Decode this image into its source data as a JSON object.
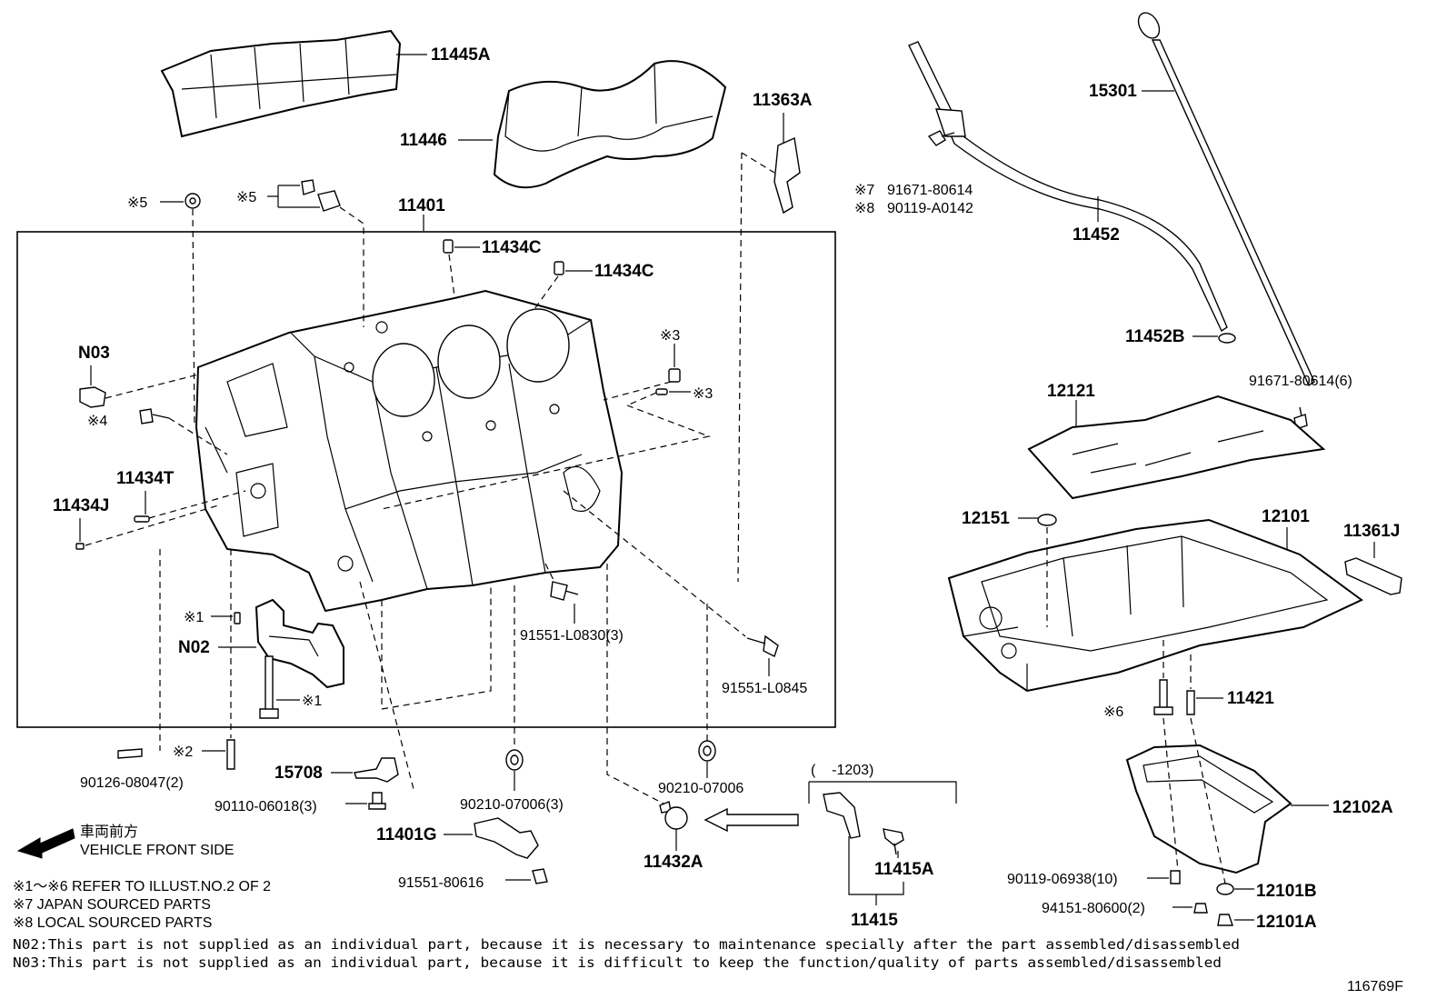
{
  "labels": {
    "p11445A": "11445A",
    "p11446": "11446",
    "p11363A": "11363A",
    "p15301": "15301",
    "p11401": "11401",
    "p11434C_1": "11434C",
    "p11434C_2": "11434C",
    "p11452": "11452",
    "p11452B": "11452B",
    "p91671_80614_6": "91671-80614(6)",
    "p12121": "12121",
    "p12151": "12151",
    "p12101": "12101",
    "p11361J": "11361J",
    "n03": "N03",
    "n02": "N02",
    "p11434T": "11434T",
    "p11434J": "11434J",
    "p91551_L0830_3": "91551-L0830(3)",
    "p91551_L0845": "91551-L0845",
    "p11421": "11421",
    "p90126_08047_2": "90126-08047(2)",
    "p15708": "15708",
    "p90110_06018_3": "90110-06018(3)",
    "p11401G": "11401G",
    "p91551_80616": "91551-80616",
    "p90210_07006_3": "90210-07006(3)",
    "p90210_07006": "90210-07006",
    "p11432A": "11432A",
    "p11415A": "11415A",
    "p11415": "11415",
    "p12102A": "12102A",
    "p90119_06938_10": "90119-06938(10)",
    "p12101B": "12101B",
    "p94151_80600_2": "94151-80600(2)",
    "p12101A": "12101A",
    "ref7_part": "91671-80614",
    "ref8_part": "90119-A0142"
  },
  "marks": {
    "m5a": "※5",
    "m5b": "※5",
    "m7": "※7",
    "m8": "※8",
    "m3a": "※3",
    "m3b": "※3",
    "m4": "※4",
    "m1a": "※1",
    "m1b": "※1",
    "m6": "※6",
    "m2": "※2"
  },
  "range_note": "(    -1203)",
  "direction": {
    "japanese": "車両前方",
    "english": "VEHICLE FRONT SIDE"
  },
  "notes": [
    "※1～※6 REFER TO ILLUST.NO.2 OF 2",
    "※7 JAPAN SOURCED PARTS",
    "※8 LOCAL SOURCED PARTS",
    "N02:This part is not supplied as an individual part, because it is necessary to maintenance specially after the part assembled/disassembled",
    "N03:This part is not supplied as an individual part, because it is difficult to keep the function/quality of parts assembled/disassembled"
  ],
  "illustration_id": "116769F",
  "icons": [
    "arrow-left-icon",
    "arrow-left-outline-icon"
  ]
}
